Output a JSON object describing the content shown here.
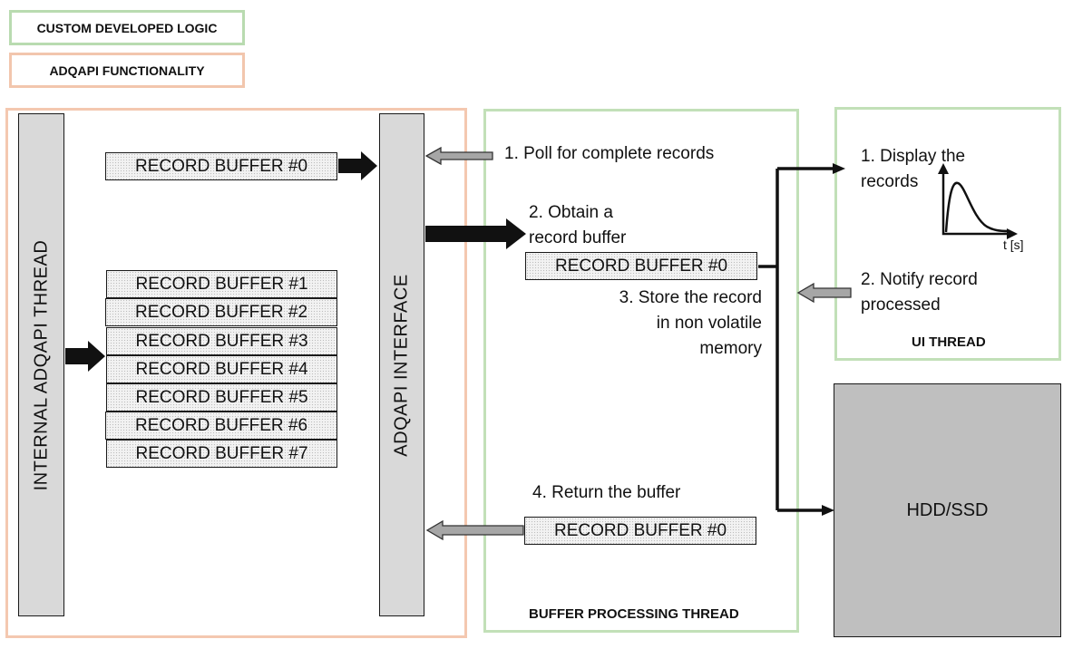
{
  "legend": {
    "custom": "CUSTOM DEVELOPED LOGIC",
    "adqapi": "ADQAPI FUNCTIONALITY"
  },
  "threads": {
    "internal": "INTERNAL ADQAPI THREAD",
    "interface": "ADQAPI INTERFACE",
    "buffer_processing": "BUFFER PROCESSING THREAD",
    "ui": "UI THREAD"
  },
  "buffers": {
    "top": "RECORD BUFFER #0",
    "stack": [
      "RECORD BUFFER #1",
      "RECORD BUFFER #2",
      "RECORD BUFFER #3",
      "RECORD BUFFER #4",
      "RECORD BUFFER #5",
      "RECORD BUFFER #6",
      "RECORD BUFFER #7"
    ],
    "obtained": "RECORD BUFFER #0",
    "returned": "RECORD BUFFER #0"
  },
  "steps": {
    "poll": "1. Poll for complete records",
    "obtain_1": "2. Obtain a",
    "obtain_2": "record buffer",
    "store_1": "3. Store the record",
    "store_2": "in non volatile",
    "store_3": "memory",
    "return": "4. Return the buffer",
    "display_1": "1. Display the",
    "display_2": "records",
    "notify_1": "2. Notify record",
    "notify_2": "processed"
  },
  "plot": {
    "axis_label": "t [s]"
  },
  "storage": {
    "label": "HDD/SSD"
  }
}
